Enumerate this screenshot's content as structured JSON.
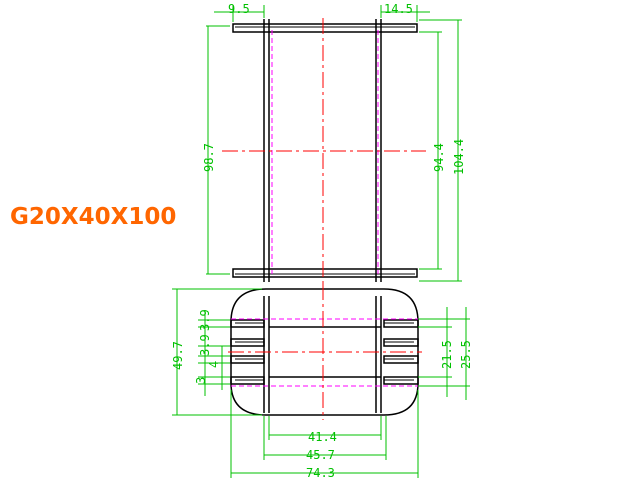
{
  "model_label": "G20X40X100",
  "colors": {
    "outline": "#000000",
    "dimension": "#00c000",
    "centerline": "#ff0000",
    "hidden_line": "#ff00ff",
    "model_label": "#ff6600"
  },
  "dimensions": {
    "top_left_flange": "9.5",
    "top_right_flange": "14.5",
    "inner_height": "98.7",
    "winding_height": "94.4",
    "overall_height": "104.4",
    "slot_depth": "3.9",
    "flange_height": "49.7",
    "rib_gap_a": "3.9",
    "rib_gap_b": "4",
    "rib_gap_c": "3",
    "core_height": "21.5",
    "outer_core_height": "25.5",
    "inner_width": "41.4",
    "core_width": "45.7",
    "overall_width": "74.3"
  }
}
